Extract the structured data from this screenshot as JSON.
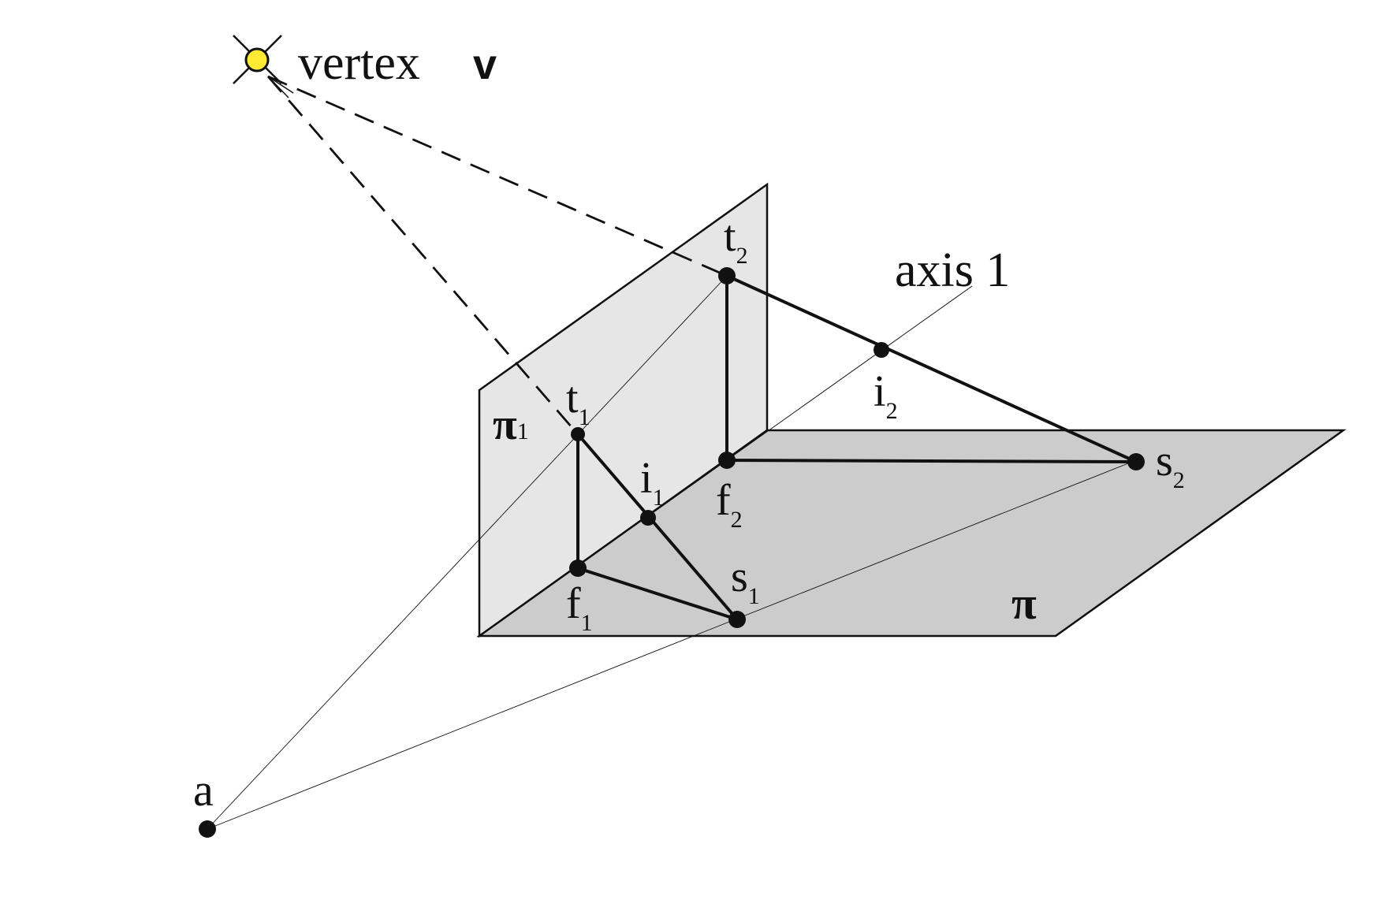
{
  "colors": {
    "plane_pi1": "#e6e6e6",
    "plane_pi": "#cccccc",
    "vertex_fill": "#ffeb33",
    "stroke": "#111111"
  },
  "labels": {
    "vertex_word": "vertex",
    "vertex_letter": "v",
    "axis": "axis 1",
    "pi": "π",
    "pi1_main": "π",
    "pi1_sub": "1",
    "a": "a",
    "t1": "t",
    "t1_sub": "1",
    "t2": "t",
    "t2_sub": "2",
    "i1": "i",
    "i1_sub": "1",
    "i2": "i",
    "i2_sub": "2",
    "f1": "f",
    "f1_sub": "1",
    "f2": "f",
    "f2_sub": "2",
    "s1": "s",
    "s1_sub": "1",
    "s2": "s",
    "s2_sub": "2"
  },
  "icons": {
    "vertex": "yellow-point-with-cross-icon"
  }
}
